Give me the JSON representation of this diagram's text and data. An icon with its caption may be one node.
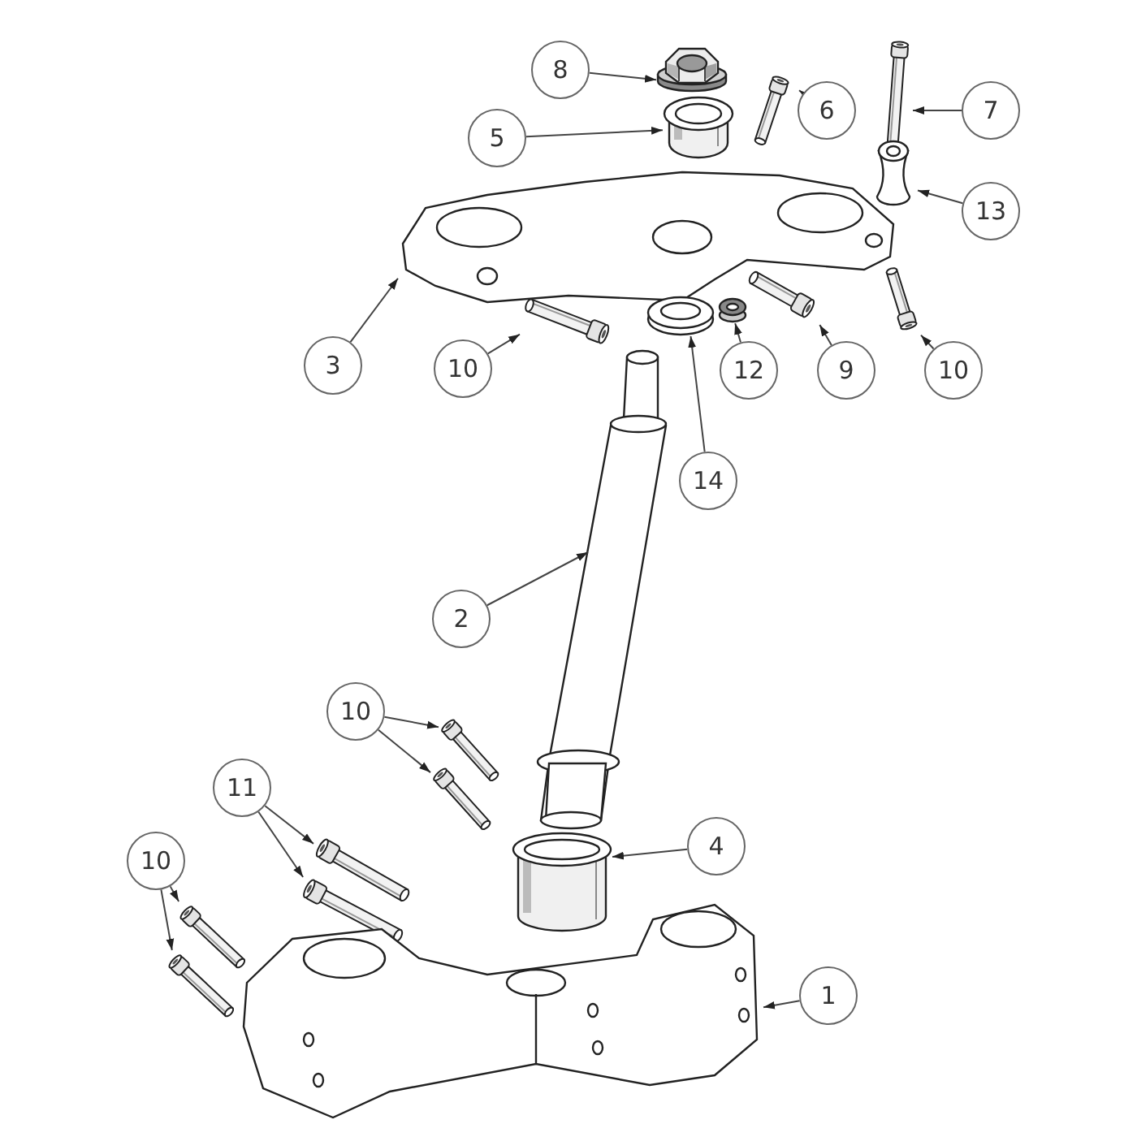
{
  "diagram": {
    "nodes": [
      {
        "text": [
          "8"
        ]
      },
      {
        "text": [
          "6"
        ]
      },
      {
        "text": [
          "7"
        ]
      },
      {
        "text": [
          "5"
        ]
      },
      {
        "text": [
          "13"
        ]
      },
      {
        "text": [
          "3"
        ]
      },
      {
        "text": [
          "10"
        ]
      },
      {
        "text": [
          "12"
        ]
      },
      {
        "text": [
          "9"
        ]
      },
      {
        "text": [
          "10"
        ]
      },
      {
        "text": [
          "14"
        ]
      },
      {
        "text": [
          "2"
        ]
      },
      {
        "text": [
          "10"
        ]
      },
      {
        "text": [
          "11"
        ]
      },
      {
        "text": [
          "4"
        ]
      },
      {
        "text": [
          "10"
        ]
      },
      {
        "text": [
          "1"
        ]
      },
      {
        "text": [],
        "shape": "picture"
      },
      {
        "text": [],
        "shape": "picture"
      },
      {
        "text": [],
        "shape": "picture"
      },
      {
        "text": [],
        "shape": "picture"
      },
      {
        "text": [],
        "shape": "picture"
      },
      {
        "text": [],
        "shape": "picture"
      },
      {
        "text": [],
        "shape": "picture"
      },
      {
        "text": [],
        "shape": "picture"
      },
      {
        "text": [],
        "shape": "picture"
      },
      {
        "text": [],
        "shape": "picture"
      },
      {
        "text": [],
        "shape": "picture"
      },
      {
        "text": [],
        "shape": "picture"
      },
      {
        "text": [],
        "shape": "picture"
      },
      {
        "text": [],
        "shape": "picture"
      },
      {
        "text": [],
        "shape": "picture"
      },
      {
        "text": [],
        "shape": "picture"
      },
      {
        "text": [],
        "shape": "picture"
      },
      {
        "text": [],
        "shape": "picture"
      },
      {
        "text": [],
        "shape": "picture"
      },
      {
        "text": [],
        "shape": "picture"
      }
    ],
    "edges": [
      {
        "from": 0,
        "to": 17,
        "arrow": "to"
      },
      {
        "from": 1,
        "to": 18,
        "arrow": "to"
      },
      {
        "from": 2,
        "to": 19,
        "arrow": "to"
      },
      {
        "from": 3,
        "to": 20,
        "arrow": "to"
      },
      {
        "from": 4,
        "to": 21,
        "arrow": "to"
      },
      {
        "from": 5,
        "to": 22,
        "arrow": "to"
      },
      {
        "from": 6,
        "to": 23,
        "arrow": "to"
      },
      {
        "from": 7,
        "to": 24,
        "arrow": "to"
      },
      {
        "from": 8,
        "to": 25,
        "arrow": "to"
      },
      {
        "from": 9,
        "to": 26,
        "arrow": "to"
      },
      {
        "from": 10,
        "to": 27,
        "arrow": "to"
      },
      {
        "from": 11,
        "to": 28,
        "arrow": "to"
      },
      {
        "from": 12,
        "to": 29,
        "arrow": "to"
      },
      {
        "from": 12,
        "to": 30,
        "arrow": "to"
      },
      {
        "from": 13,
        "to": 31,
        "arrow": "to"
      },
      {
        "from": 13,
        "to": 32,
        "arrow": "to"
      },
      {
        "from": 14,
        "to": 33,
        "arrow": "to"
      },
      {
        "from": 15,
        "to": 34,
        "arrow": "to"
      },
      {
        "from": 15,
        "to": 35,
        "arrow": "to"
      },
      {
        "from": 16,
        "to": 36,
        "arrow": "to"
      }
    ]
  }
}
